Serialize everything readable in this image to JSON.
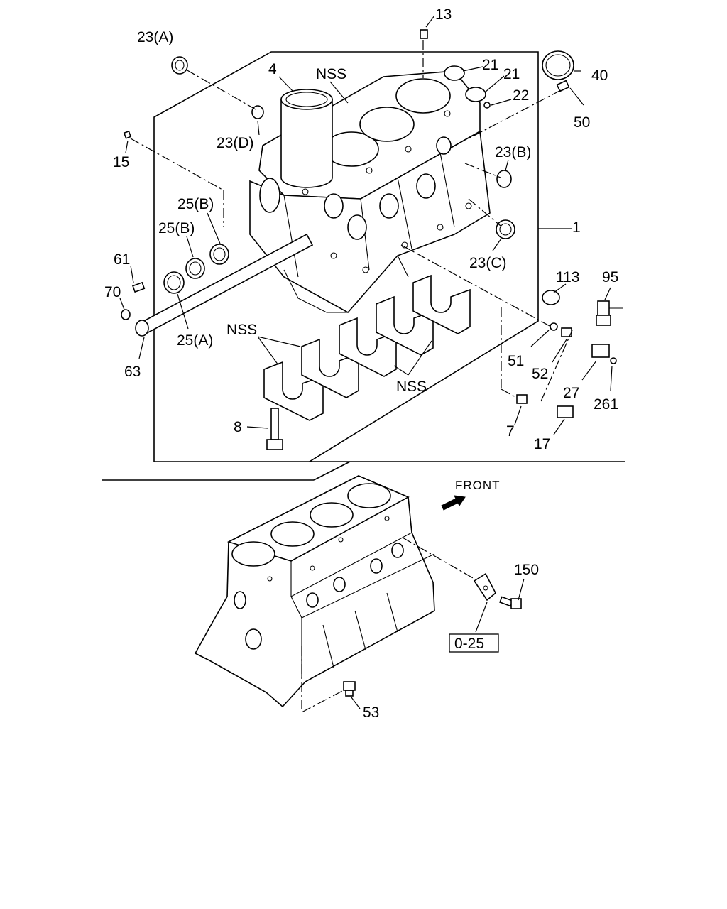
{
  "diagram": {
    "front_label": "FRONT",
    "reference_box": "0-25",
    "callouts": {
      "p13": "13",
      "p23a": "23(A)",
      "p4": "4",
      "nss_top": "NSS",
      "p21a": "21",
      "p21b": "21",
      "p40": "40",
      "p22": "22",
      "p50": "50",
      "p23d": "23(D)",
      "p15": "15",
      "p23b": "23(B)",
      "p25b_upper": "25(B)",
      "p25b_lower": "25(B)",
      "p1": "1",
      "p61": "61",
      "p23c": "23(C)",
      "p113": "113",
      "p95": "95",
      "p70": "70",
      "p25a": "25(A)",
      "nss_left": "NSS",
      "p51": "51",
      "p52": "52",
      "p63": "63",
      "p27": "27",
      "p261": "261",
      "nss_bottom": "NSS",
      "p8": "8",
      "p7": "7",
      "p17": "17",
      "p150": "150",
      "p53": "53"
    }
  }
}
